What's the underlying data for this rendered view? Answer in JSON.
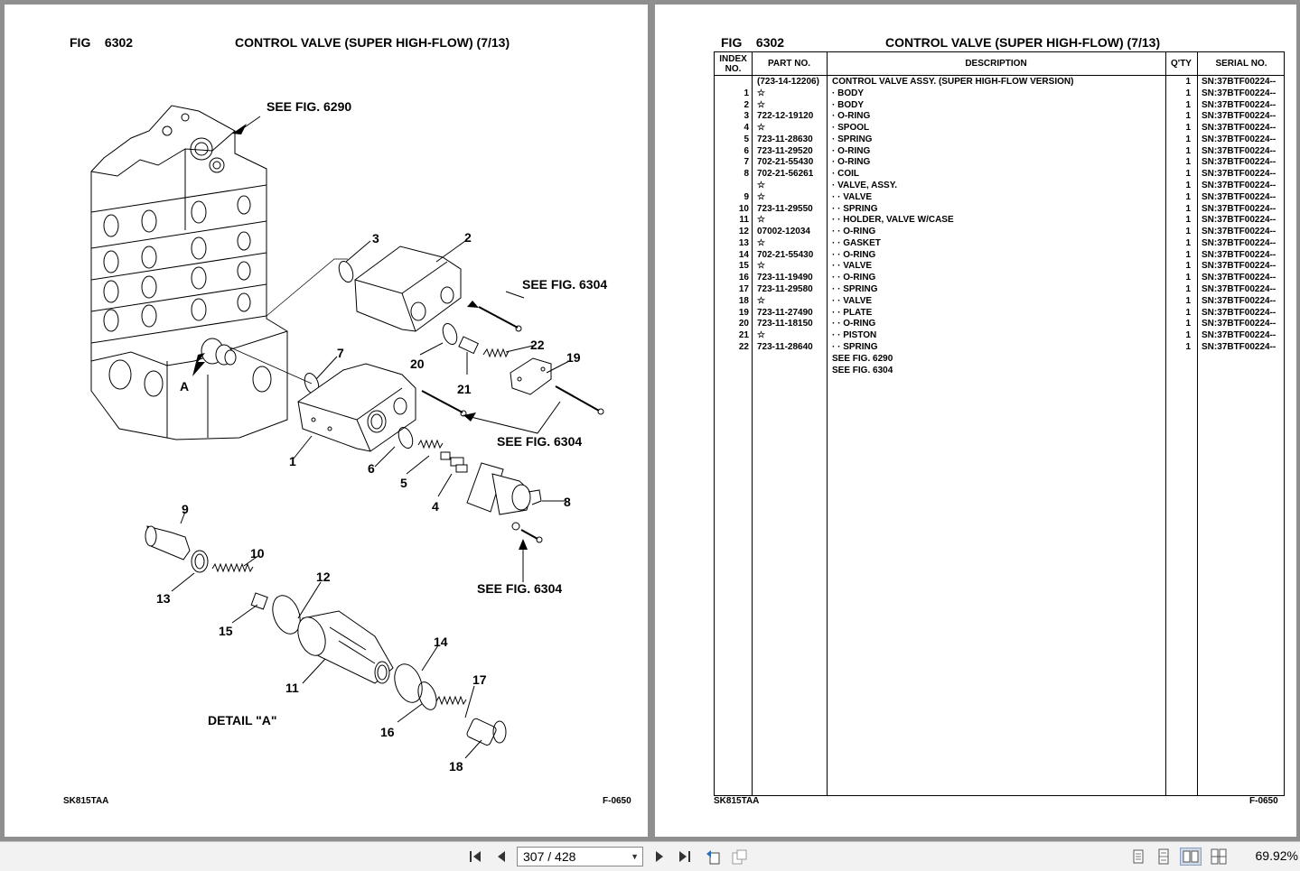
{
  "left_page": {
    "fig_label": "FIG",
    "fig_number": "6302",
    "title": "CONTROL VALVE (SUPER HIGH-FLOW) (7/13)",
    "callouts": {
      "see_6290": "SEE FIG. 6290",
      "see_6304_a": "SEE FIG. 6304",
      "see_6304_b": "SEE FIG. 6304",
      "see_6304_c": "SEE FIG. 6304",
      "detail_a": "DETAIL \"A\"",
      "arrow_a": "A"
    },
    "part_numbers": {
      "n1": "1",
      "n2": "2",
      "n3": "3",
      "n4": "4",
      "n5": "5",
      "n6": "6",
      "n7": "7",
      "n8": "8",
      "n9": "9",
      "n10": "10",
      "n11": "11",
      "n12": "12",
      "n13": "13",
      "n14": "14",
      "n15": "15",
      "n16": "16",
      "n17": "17",
      "n18": "18",
      "n19": "19",
      "n20": "20",
      "n21": "21",
      "n22": "22"
    },
    "footer_left": "SK815TAA",
    "footer_right": "F-0650"
  },
  "right_page": {
    "fig_label": "FIG",
    "fig_number": "6302",
    "title": "CONTROL VALVE (SUPER HIGH-FLOW) (7/13)",
    "columns": {
      "index_line1": "INDEX",
      "index_line2": "NO.",
      "part_no": "PART NO.",
      "description": "DESCRIPTION",
      "qty": "Q'TY",
      "serial": "SERIAL NO."
    },
    "rows": [
      {
        "idx": "",
        "part": "(723-14-12206)",
        "desc": "CONTROL VALVE ASSY. (SUPER HIGH-FLOW VERSION)",
        "qty": "1",
        "serial": "SN:37BTF00224--"
      },
      {
        "idx": "1",
        "part": "☆",
        "desc": "·  BODY",
        "qty": "1",
        "serial": "SN:37BTF00224--"
      },
      {
        "idx": "2",
        "part": "☆",
        "desc": "·  BODY",
        "qty": "1",
        "serial": "SN:37BTF00224--"
      },
      {
        "idx": "3",
        "part": "722-12-19120",
        "desc": "·  O-RING",
        "qty": "1",
        "serial": "SN:37BTF00224--"
      },
      {
        "idx": "4",
        "part": "☆",
        "desc": "·  SPOOL",
        "qty": "1",
        "serial": "SN:37BTF00224--"
      },
      {
        "idx": "5",
        "part": "723-11-28630",
        "desc": "·  SPRING",
        "qty": "1",
        "serial": "SN:37BTF00224--"
      },
      {
        "idx": "6",
        "part": "723-11-29520",
        "desc": "·  O-RING",
        "qty": "1",
        "serial": "SN:37BTF00224--"
      },
      {
        "idx": "7",
        "part": "702-21-55430",
        "desc": "·  O-RING",
        "qty": "1",
        "serial": "SN:37BTF00224--"
      },
      {
        "idx": "8",
        "part": "702-21-56261",
        "desc": "·  COIL",
        "qty": "1",
        "serial": "SN:37BTF00224--"
      },
      {
        "idx": "",
        "part": "☆",
        "desc": "·  VALVE, ASSY.",
        "qty": "1",
        "serial": "SN:37BTF00224--"
      },
      {
        "idx": "9",
        "part": "☆",
        "desc": "·  ·  VALVE",
        "qty": "1",
        "serial": "SN:37BTF00224--"
      },
      {
        "idx": "10",
        "part": "723-11-29550",
        "desc": "·  ·  SPRING",
        "qty": "1",
        "serial": "SN:37BTF00224--"
      },
      {
        "idx": "11",
        "part": "☆",
        "desc": "·  ·  HOLDER, VALVE W/CASE",
        "qty": "1",
        "serial": "SN:37BTF00224--"
      },
      {
        "idx": "12",
        "part": "07002-12034",
        "desc": "·  ·  O-RING",
        "qty": "1",
        "serial": "SN:37BTF00224--"
      },
      {
        "idx": "13",
        "part": "☆",
        "desc": "·  ·  GASKET",
        "qty": "1",
        "serial": "SN:37BTF00224--"
      },
      {
        "idx": "14",
        "part": "702-21-55430",
        "desc": "·  ·  O-RING",
        "qty": "1",
        "serial": "SN:37BTF00224--"
      },
      {
        "idx": "15",
        "part": "☆",
        "desc": "·  ·  VALVE",
        "qty": "1",
        "serial": "SN:37BTF00224--"
      },
      {
        "idx": "16",
        "part": "723-11-19490",
        "desc": "·  ·  O-RING",
        "qty": "1",
        "serial": "SN:37BTF00224--"
      },
      {
        "idx": "17",
        "part": "723-11-29580",
        "desc": "·  ·  SPRING",
        "qty": "1",
        "serial": "SN:37BTF00224--"
      },
      {
        "idx": "18",
        "part": "☆",
        "desc": "·  ·  VALVE",
        "qty": "1",
        "serial": "SN:37BTF00224--"
      },
      {
        "idx": "19",
        "part": "723-11-27490",
        "desc": "·  ·  PLATE",
        "qty": "1",
        "serial": "SN:37BTF00224--"
      },
      {
        "idx": "20",
        "part": "723-11-18150",
        "desc": "·  ·  O-RING",
        "qty": "1",
        "serial": "SN:37BTF00224--"
      },
      {
        "idx": "21",
        "part": "☆",
        "desc": "·  ·  PISTON",
        "qty": "1",
        "serial": "SN:37BTF00224--"
      },
      {
        "idx": "22",
        "part": "723-11-28640",
        "desc": "·  ·  SPRING",
        "qty": "1",
        "serial": "SN:37BTF00224--"
      },
      {
        "idx": "",
        "part": "",
        "desc": "SEE FIG. 6290",
        "qty": "",
        "serial": ""
      },
      {
        "idx": "",
        "part": "",
        "desc": "SEE FIG. 6304",
        "qty": "",
        "serial": ""
      }
    ],
    "footer_left": "SK815TAA",
    "footer_right": "F-0650"
  },
  "toolbar": {
    "page_field": "307 / 428",
    "zoom": "69.92%",
    "icons": [
      "first-page-icon",
      "previous-page-icon",
      "next-page-icon",
      "last-page-icon",
      "previous-view-icon",
      "next-view-icon",
      "single-page-icon",
      "continuous-icon",
      "facing-icon",
      "continuous-facing-icon"
    ]
  }
}
